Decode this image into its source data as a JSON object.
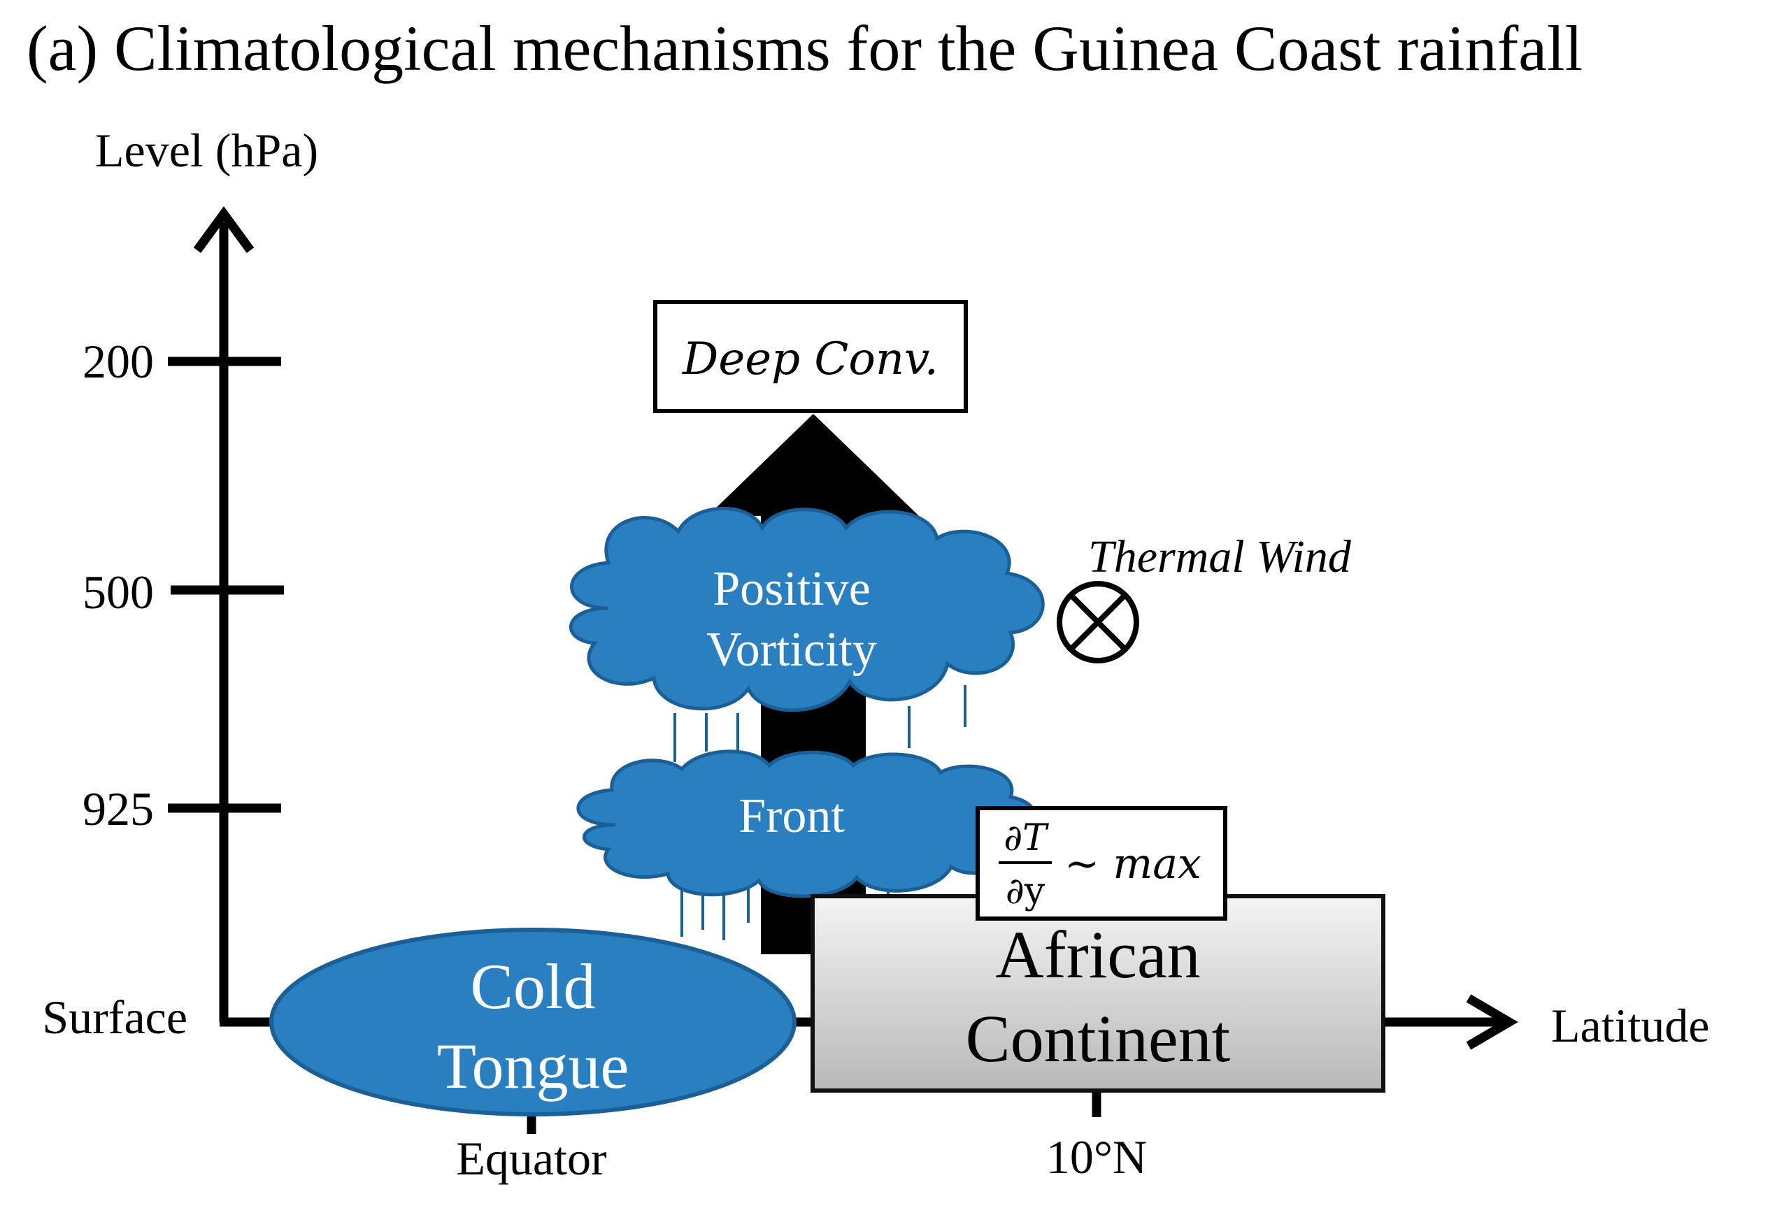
{
  "title": "(a) Climatological mechanisms for the Guinea Coast rainfall",
  "y_axis": {
    "label": "Level (hPa)",
    "ticks": [
      "200",
      "500",
      "925"
    ],
    "surface_label": "Surface"
  },
  "x_axis": {
    "label": "Latitude",
    "ticks": [
      "Equator",
      "10°N"
    ]
  },
  "boxes": {
    "deep_conv": "Deep Conv.",
    "african_continent_line1": "African",
    "african_continent_line2": "Continent",
    "gradient_numerator": "∂T",
    "gradient_denominator": "∂y",
    "gradient_rest": "~ max"
  },
  "clouds": {
    "upper_line1": "Positive",
    "upper_line2": "Vorticity",
    "lower": "Front"
  },
  "cold_tongue": {
    "line1": "Cold",
    "line2": "Tongue"
  },
  "thermal_wind": {
    "label": "Thermal Wind",
    "symbol": "circled-x-into-page"
  },
  "colors": {
    "cloud_fill": "#2a7fc1",
    "cloud_stroke": "#1a5f96",
    "continent_top": "#f2f2f2",
    "continent_bottom": "#bdbdbd",
    "axis": "#000000"
  }
}
